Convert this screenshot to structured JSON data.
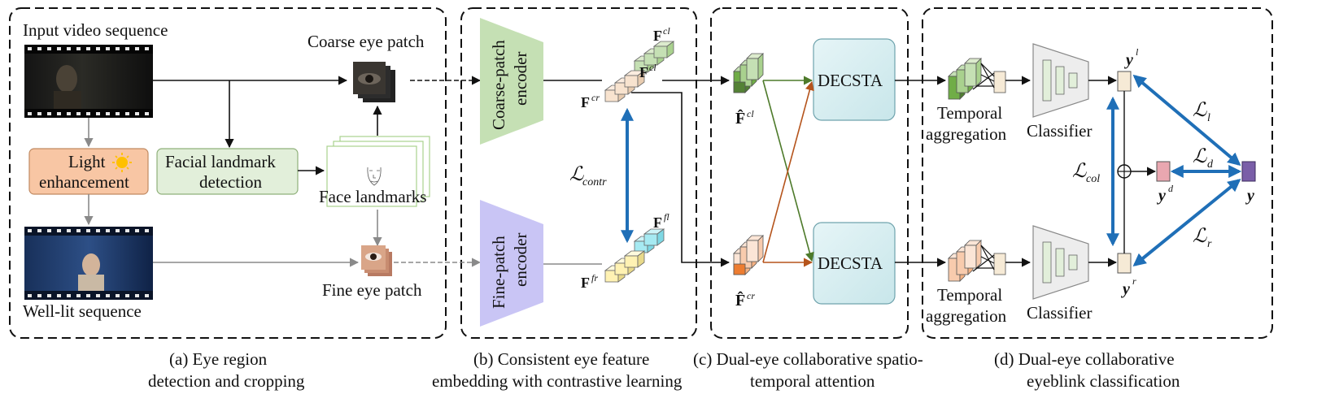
{
  "panels": {
    "a": {
      "input_label": "Input video sequence",
      "light_label_1": "Light",
      "light_label_2": "enhancement",
      "landmark_det_1": "Facial landmark",
      "landmark_det_2": "detection",
      "coarse_patch": "Coarse eye patch",
      "face_landmarks": "Face landmarks",
      "fine_patch": "Fine eye patch",
      "welllit_label": "Well-lit sequence",
      "caption_1": "(a) Eye region",
      "caption_2": "detection and cropping"
    },
    "b": {
      "coarse_encoder_1": "Coarse-patch",
      "coarse_encoder_2": "encoder",
      "fine_encoder_1": "Fine-patch",
      "fine_encoder_2": "encoder",
      "f_cl": "F",
      "f_cl_sup": "cl",
      "f_cr": "F",
      "f_cr_sup": "cr",
      "f_fl": "F",
      "f_fl_sup": "fl",
      "f_fr": "F",
      "f_fr_sup": "fr",
      "loss_contr": "ℒ",
      "loss_contr_sub": "contr",
      "caption_1": "(b) Consistent eye feature",
      "caption_2": "embedding with contrastive learning"
    },
    "c": {
      "fhat_cl": "F̂",
      "fhat_cl_sup": "cl",
      "fhat_cr": "F̂",
      "fhat_cr_sup": "cr",
      "decsta_top": "DECSTA",
      "decsta_bottom": "DECSTA",
      "caption_1": "(c) Dual-eye collaborative spatio-",
      "caption_2": "temporal attention"
    },
    "d": {
      "temporal_1a": "Temporal",
      "temporal_1b": "aggregation",
      "temporal_2a": "Temporal",
      "temporal_2b": "aggregation",
      "classifier_1": "Classifier",
      "classifier_2": "Classifier",
      "y_l": "y",
      "y_l_sup": "l",
      "y_r": "y",
      "y_r_sup": "r",
      "y_d": "y",
      "y_d_sup": "d",
      "y": "y",
      "loss_l": "ℒ",
      "loss_l_sub": "l",
      "loss_d": "ℒ",
      "loss_d_sub": "d",
      "loss_r": "ℒ",
      "loss_r_sub": "r",
      "loss_col": "ℒ",
      "loss_col_sub": "col",
      "caption_1": "(d) Dual-eye collaborative",
      "caption_2": "eyeblink classification"
    }
  },
  "colors": {
    "coarse_encoder": "#c5e0b4",
    "fine_encoder": "#c9c5f5",
    "light_box": "#f8c6a4",
    "landmark_box": "#e2efda",
    "decsta": "#d3ecf0",
    "blue_arrow": "#1f6fb7",
    "green_feat": "#70ad47",
    "orange_feat": "#ed7d31"
  }
}
